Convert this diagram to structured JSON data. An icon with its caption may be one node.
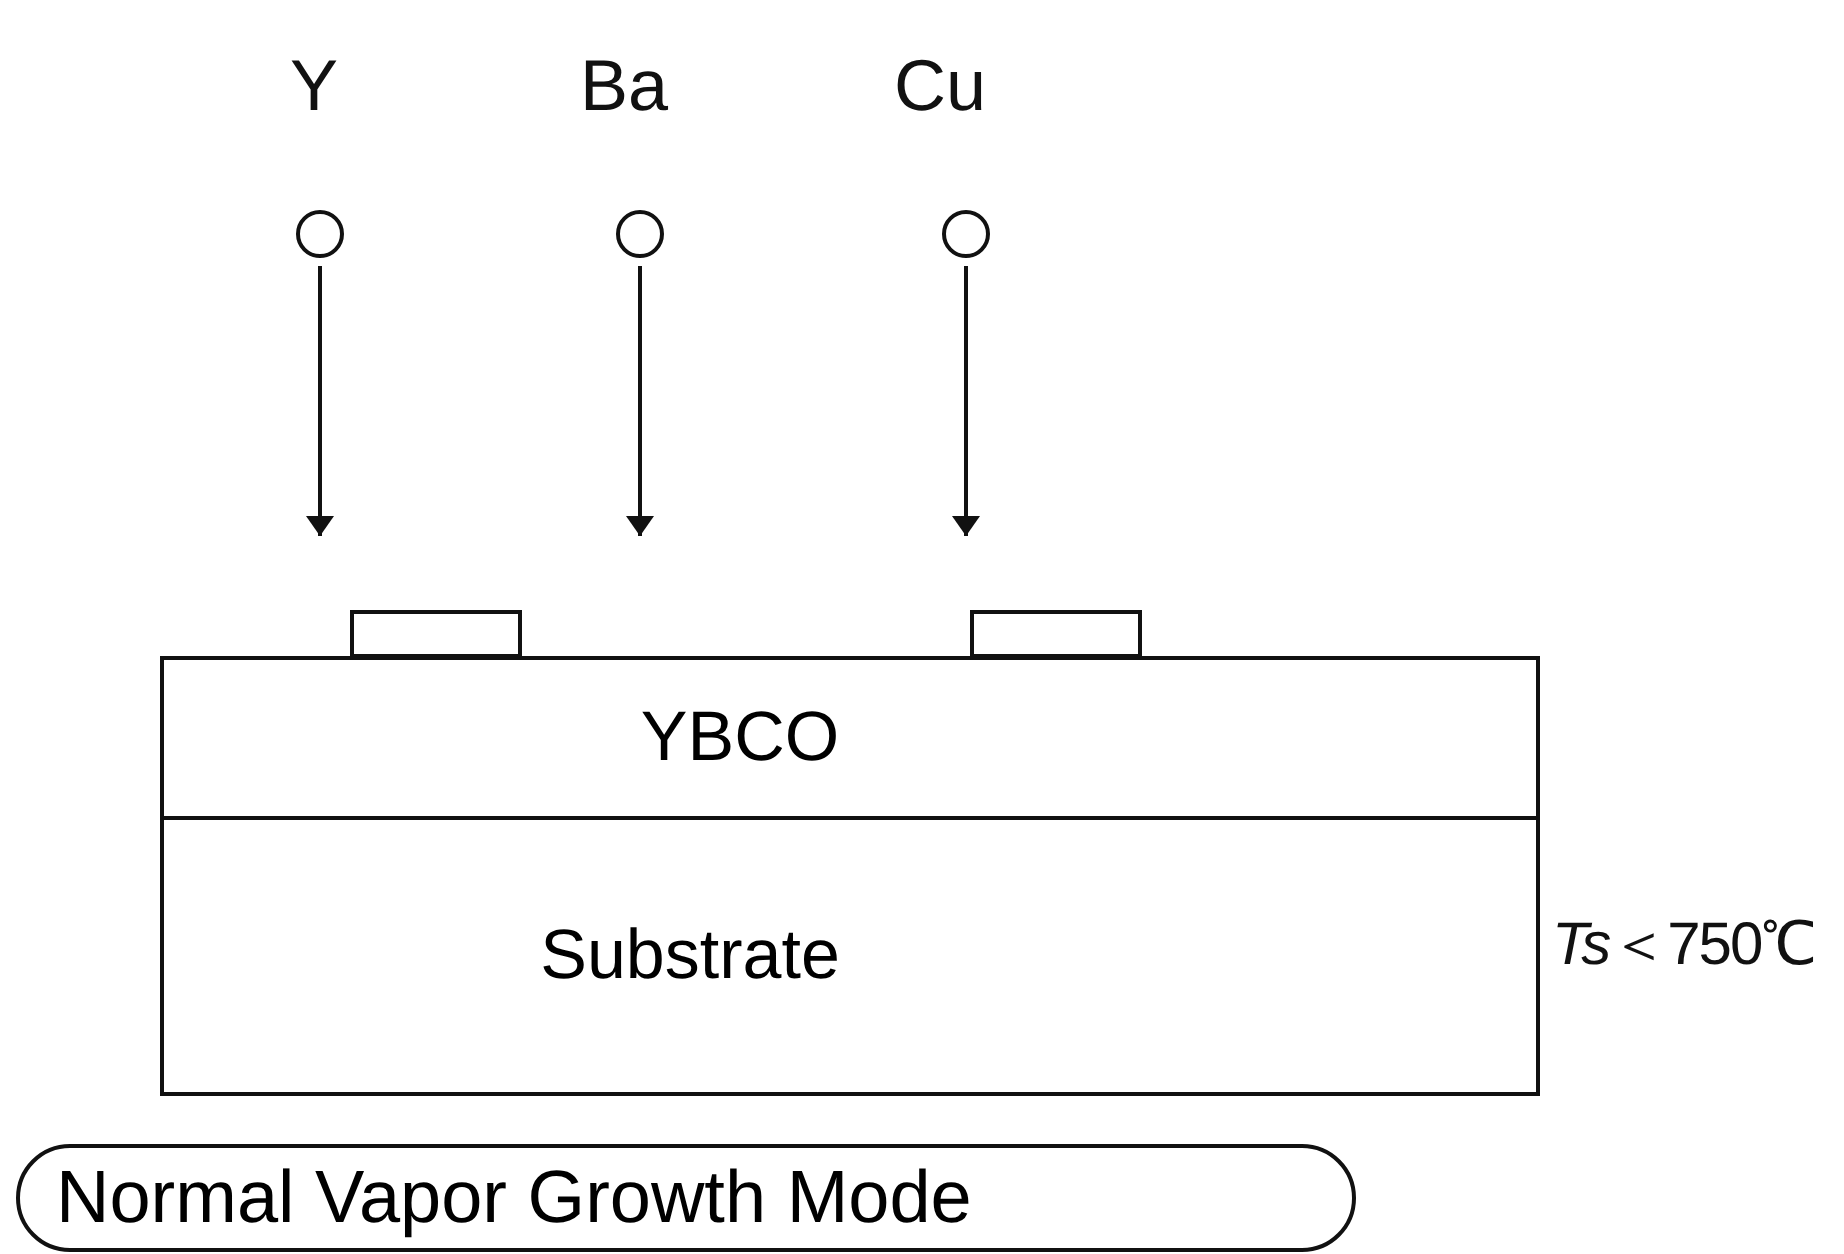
{
  "diagram": {
    "nodes": [
      {
        "text": [],
        "shape": "circle",
        "beside": [
          "Y"
        ]
      },
      {
        "text": [],
        "shape": "circle",
        "beside": [
          "Ba"
        ]
      },
      {
        "text": [],
        "shape": "circle",
        "beside": [
          "Cu"
        ]
      },
      {
        "text": [
          "YBCO"
        ]
      },
      {
        "text": [
          "Substrate"
        ],
        "beside": [
          "*Ts*＜750℃"
        ]
      },
      {
        "text": [],
        "shape": "box"
      },
      {
        "text": [],
        "shape": "box"
      },
      {
        "text": [
          "Normal Vapor Growth Mode"
        ]
      }
    ],
    "edges": [
      {
        "from": 0,
        "to": null,
        "arrow": "to"
      },
      {
        "from": 1,
        "to": null,
        "arrow": "to"
      },
      {
        "from": 2,
        "to": null,
        "arrow": "to"
      }
    ]
  }
}
